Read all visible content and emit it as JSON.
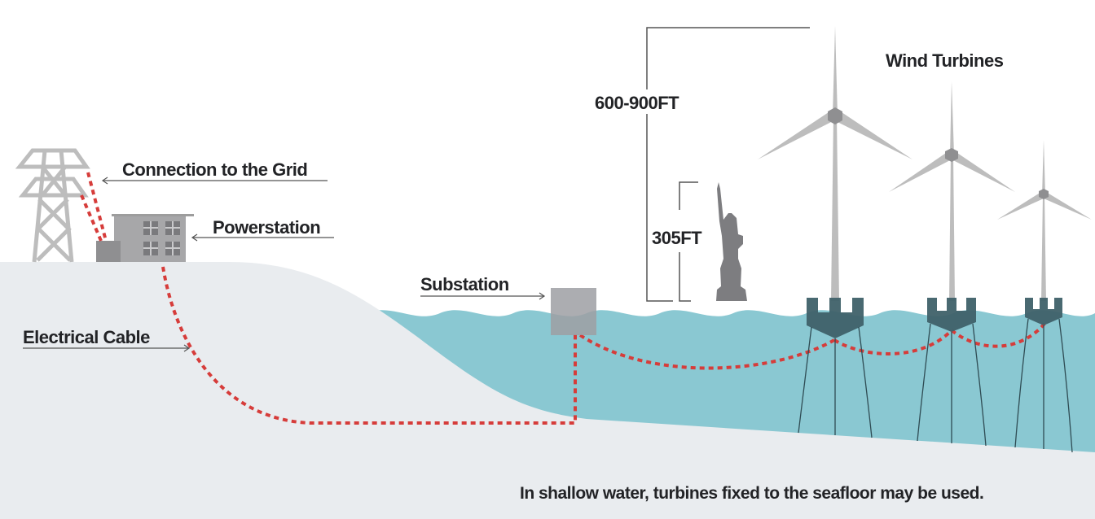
{
  "labels": {
    "grid": "Connection to the Grid",
    "powerstation": "Powerstation",
    "substation": "Substation",
    "cable": "Electrical Cable",
    "turbines": "Wind Turbines",
    "turbine_height": "600-900FT",
    "statue_height": "305FT",
    "caption": "In shallow water, turbines fixed to the seafloor may be used."
  },
  "colors": {
    "land": "#e9ecef",
    "water": "#8ac8d2",
    "cable": "#d63c3a",
    "structure_gray": "#bdbdbd",
    "foundation": "#3f6169",
    "text": "#222326"
  }
}
